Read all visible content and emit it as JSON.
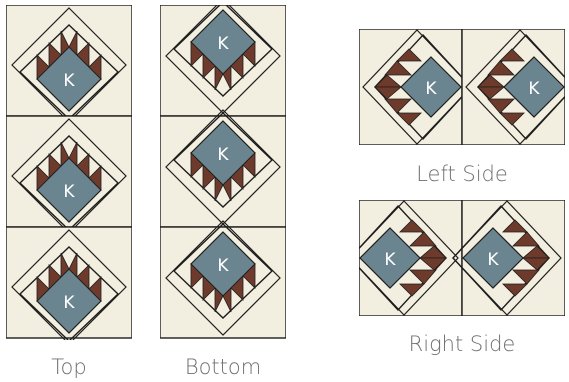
{
  "colors": {
    "background": "#f3efe0",
    "center": "#6b8590",
    "triangle": "#6e3a2b",
    "line": "#1e1e1e",
    "letter": "#ffffff",
    "caption": "#6f6f6f"
  },
  "block_letter": "K",
  "captions": {
    "top": "Top",
    "bottom": "Bottom",
    "left": "Left Side",
    "right": "Right Side"
  }
}
